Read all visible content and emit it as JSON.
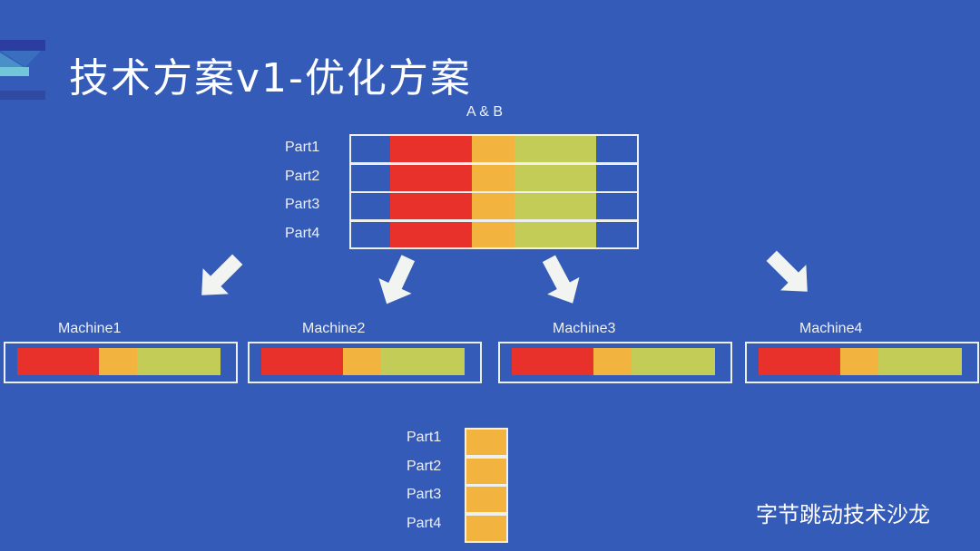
{
  "title": "技术方案v1-优化方案",
  "table_header": "A & B",
  "parts": [
    "Part1",
    "Part2",
    "Part3",
    "Part4"
  ],
  "machines": [
    "Machine1",
    "Machine2",
    "Machine3",
    "Machine4"
  ],
  "bottom_parts": [
    "Part1",
    "Part2",
    "Part3",
    "Part4"
  ],
  "watermark": "字节跳动技术沙龙",
  "colors": {
    "background": "#345bb8",
    "red": "#e8312a",
    "orange": "#f3b33f",
    "green": "#c3cc57"
  }
}
